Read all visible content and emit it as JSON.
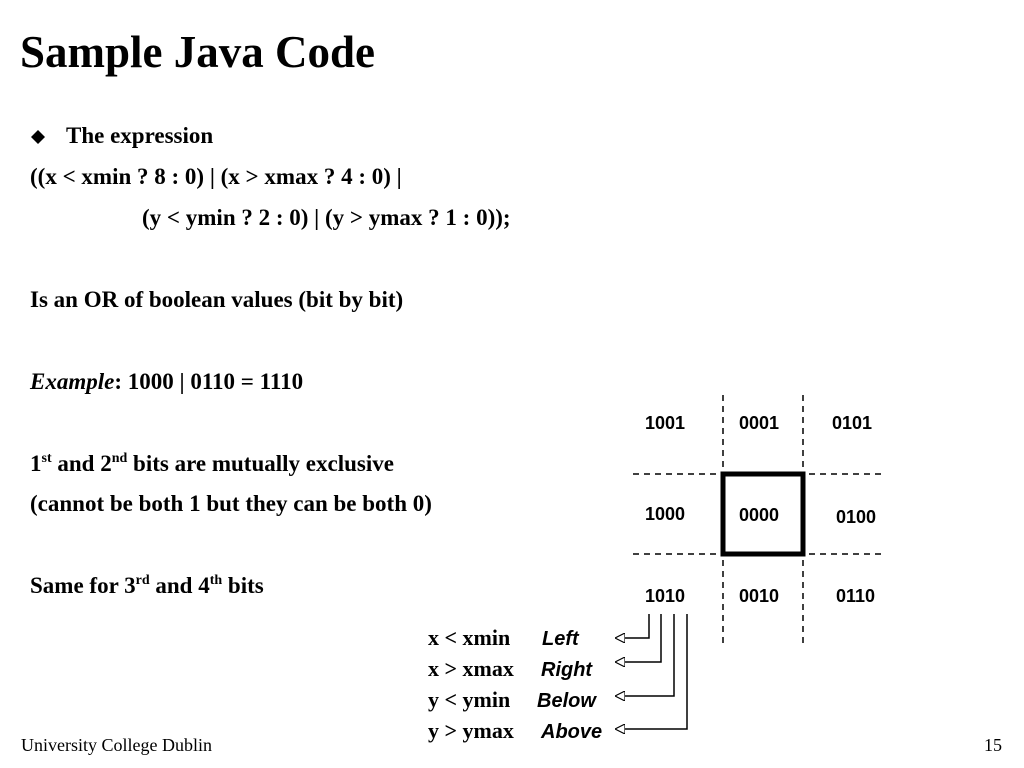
{
  "title": "Sample Java Code",
  "bullet": {
    "icon": "diamond-bullet-icon",
    "text": "The expression"
  },
  "expression": {
    "line1": "((x < xmin ? 8 : 0) | (x > xmax ? 4 : 0) |",
    "line2": "(y < ymin ? 2 : 0) | (y > ymax ? 1 : 0));"
  },
  "or_text": "Is an OR of boolean values (bit by bit)",
  "example": {
    "label": "Example",
    "rest": ": 1000 | 0110 = 1110"
  },
  "exclusive": {
    "pre": "1",
    "sup1": "st",
    "mid": " and 2",
    "sup2": "nd",
    "post": " bits are mutually exclusive",
    "line2": "(cannot be both 1 but they can be both 0)"
  },
  "same": {
    "pre": "Same for 3",
    "sup1": "rd",
    "mid": " and 4",
    "sup2": "th",
    "post": " bits"
  },
  "diagram": {
    "codes": [
      [
        "1001",
        "0001",
        "0101"
      ],
      [
        "1000",
        "0000",
        "0100"
      ],
      [
        "1010",
        "0010",
        "0110"
      ]
    ],
    "conditions": [
      {
        "cond": "x < xmin",
        "dir": "Left"
      },
      {
        "cond": "x > xmax",
        "dir": "Right"
      },
      {
        "cond": "y < ymin",
        "dir": "Below"
      },
      {
        "cond": "y > ymax",
        "dir": "Above"
      }
    ]
  },
  "footer": {
    "institution": "University College Dublin",
    "page": "15"
  }
}
